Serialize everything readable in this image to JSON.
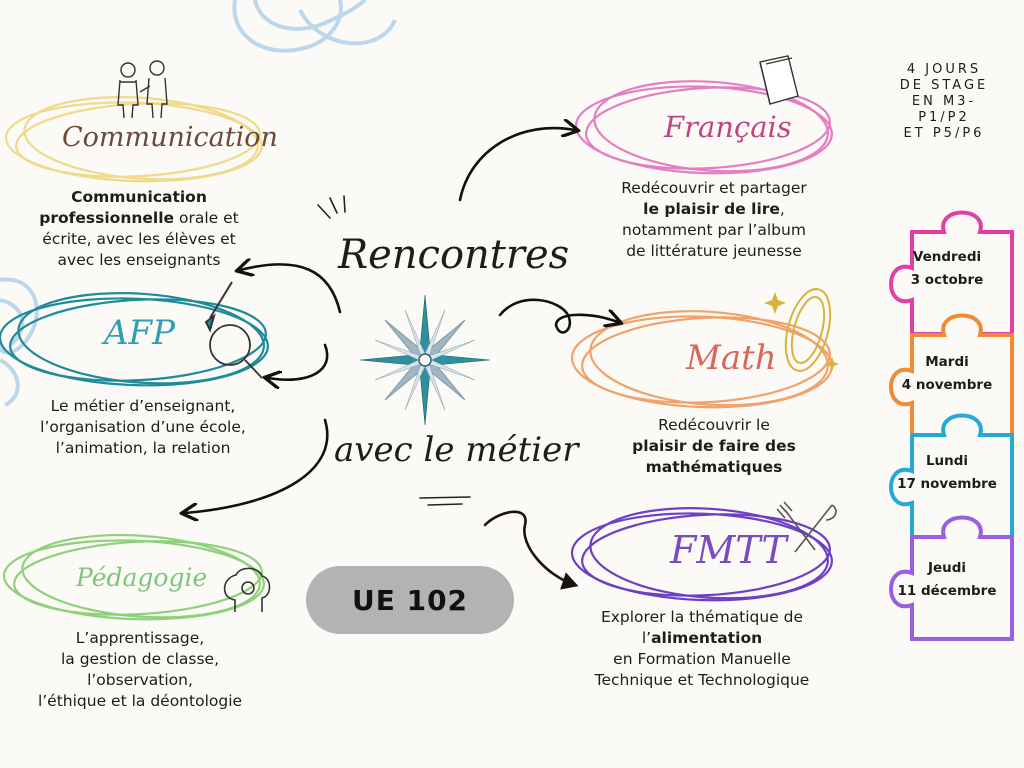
{
  "stage": {
    "lines": [
      "4 JOURS",
      "DE STAGE",
      "EN M3-",
      "P1/P2",
      "ET P5/P6"
    ]
  },
  "center": {
    "top_word": "Rencontres",
    "bottom_word": "avec le métier",
    "badge": "UE 102"
  },
  "nodes": {
    "communication": {
      "title": "Communication",
      "color": "#6b4a3a",
      "ring": "#f0d98a",
      "lines": [
        [
          {
            "b": true,
            "t": "Communication"
          }
        ],
        [
          {
            "b": true,
            "t": "professionnelle"
          },
          {
            "b": false,
            "t": " orale et"
          }
        ],
        [
          {
            "b": false,
            "t": "écrite, avec les élèves et"
          }
        ],
        [
          {
            "b": false,
            "t": "avec les enseignants"
          }
        ]
      ]
    },
    "afp": {
      "title": "AFP",
      "color": "#2f9fb1",
      "ring": "#1f8b98",
      "lines": [
        [
          {
            "b": false,
            "t": "Le métier d’enseignant,"
          }
        ],
        [
          {
            "b": false,
            "t": "l’organisation d’une école,"
          }
        ],
        [
          {
            "b": false,
            "t": "l’animation, la relation"
          }
        ]
      ]
    },
    "pedagogie": {
      "title": "Pédagogie",
      "color": "#7cc67a",
      "ring": "#8fd07c",
      "lines": [
        [
          {
            "b": false,
            "t": "L’apprentissage,"
          }
        ],
        [
          {
            "b": false,
            "t": "la gestion de classe,"
          }
        ],
        [
          {
            "b": false,
            "t": "l’observation,"
          }
        ],
        [
          {
            "b": false,
            "t": "l’éthique et la déontologie"
          }
        ]
      ]
    },
    "francais": {
      "title": "Français",
      "color": "#c2447f",
      "ring": "#e37ec3",
      "lines": [
        [
          {
            "b": false,
            "t": "Redécouvrir et partager"
          }
        ],
        [
          {
            "b": true,
            "t": "le plaisir de lire"
          },
          {
            "b": false,
            "t": ","
          }
        ],
        [
          {
            "b": false,
            "t": "notamment par l’album"
          }
        ],
        [
          {
            "b": false,
            "t": "de littérature jeunesse"
          }
        ]
      ]
    },
    "math": {
      "title": "Math",
      "color": "#d8675c",
      "ring": "#f0a26a",
      "lines": [
        [
          {
            "b": false,
            "t": "Redécouvrir le"
          }
        ],
        [
          {
            "b": true,
            "t": "plaisir de faire des"
          }
        ],
        [
          {
            "b": true,
            "t": "mathématiques"
          }
        ]
      ]
    },
    "fmtt": {
      "title": "FMTT",
      "color": "#7a4bc0",
      "ring": "#6e3ec4",
      "lines": [
        [
          {
            "b": false,
            "t": "Explorer la thématique de"
          }
        ],
        [
          {
            "b": false,
            "t": "l’"
          },
          {
            "b": true,
            "t": "alimentation"
          }
        ],
        [
          {
            "b": false,
            "t": "en Formation Manuelle"
          }
        ],
        [
          {
            "b": false,
            "t": "Technique et Technologique"
          }
        ]
      ]
    }
  },
  "dates": [
    {
      "day": "Vendredi",
      "date": "3 octobre",
      "color": "#e23fa6"
    },
    {
      "day": "Mardi",
      "date": "4 novembre",
      "color": "#f08a35"
    },
    {
      "day": "Lundi",
      "date": "17 novembre",
      "color": "#27a9d6"
    },
    {
      "day": "Jeudi",
      "date": "11 décembre",
      "color": "#9a5fe0"
    }
  ],
  "icons": [
    "people-icon",
    "book-icon",
    "paintbrush-icon",
    "magnifier-icon",
    "mirror-icon",
    "sparkle-icon",
    "fork-knife-icon",
    "brain-gear-icon",
    "compass-rose-icon"
  ]
}
